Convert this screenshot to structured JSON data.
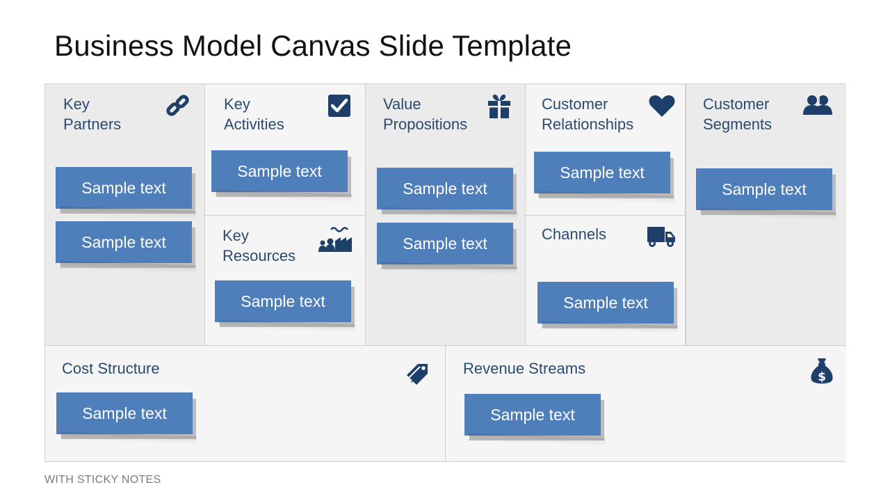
{
  "slide": {
    "title": "Business Model Canvas Slide Template",
    "footer": "WITH STICKY NOTES"
  },
  "blocks": {
    "key_partners": {
      "label": "Key\nPartners",
      "icon": "link-icon",
      "notes": [
        "Sample text",
        "Sample text"
      ]
    },
    "key_activities": {
      "label": "Key\nActivities",
      "icon": "checkbox-icon",
      "notes": [
        "Sample text"
      ]
    },
    "key_resources": {
      "label": "Key\nResources",
      "icon": "people-factory-icon",
      "notes": [
        "Sample text"
      ]
    },
    "value_propositions": {
      "label": "Value\nPropositions",
      "icon": "gift-icon",
      "notes": [
        "Sample text",
        "Sample text"
      ]
    },
    "customer_relationships": {
      "label": "Customer\nRelationships",
      "icon": "heart-icon",
      "notes": [
        "Sample text"
      ]
    },
    "channels": {
      "label": "Channels",
      "icon": "truck-icon",
      "notes": [
        "Sample text"
      ]
    },
    "customer_segments": {
      "label": "Customer\nSegments",
      "icon": "users-icon",
      "notes": [
        "Sample text"
      ]
    },
    "cost_structure": {
      "label": "Cost Structure",
      "icon": "price-tags-icon",
      "notes": [
        "Sample text"
      ]
    },
    "revenue_streams": {
      "label": "Revenue Streams",
      "icon": "money-bag-icon",
      "notes": [
        "Sample text"
      ]
    }
  },
  "colors": {
    "note_fill": "#4f7fba",
    "icon": "#1f3f6b",
    "label_text": "#2b4a6f",
    "cell_grey": "#ebebeb",
    "cell_light": "#f5f5f5"
  }
}
